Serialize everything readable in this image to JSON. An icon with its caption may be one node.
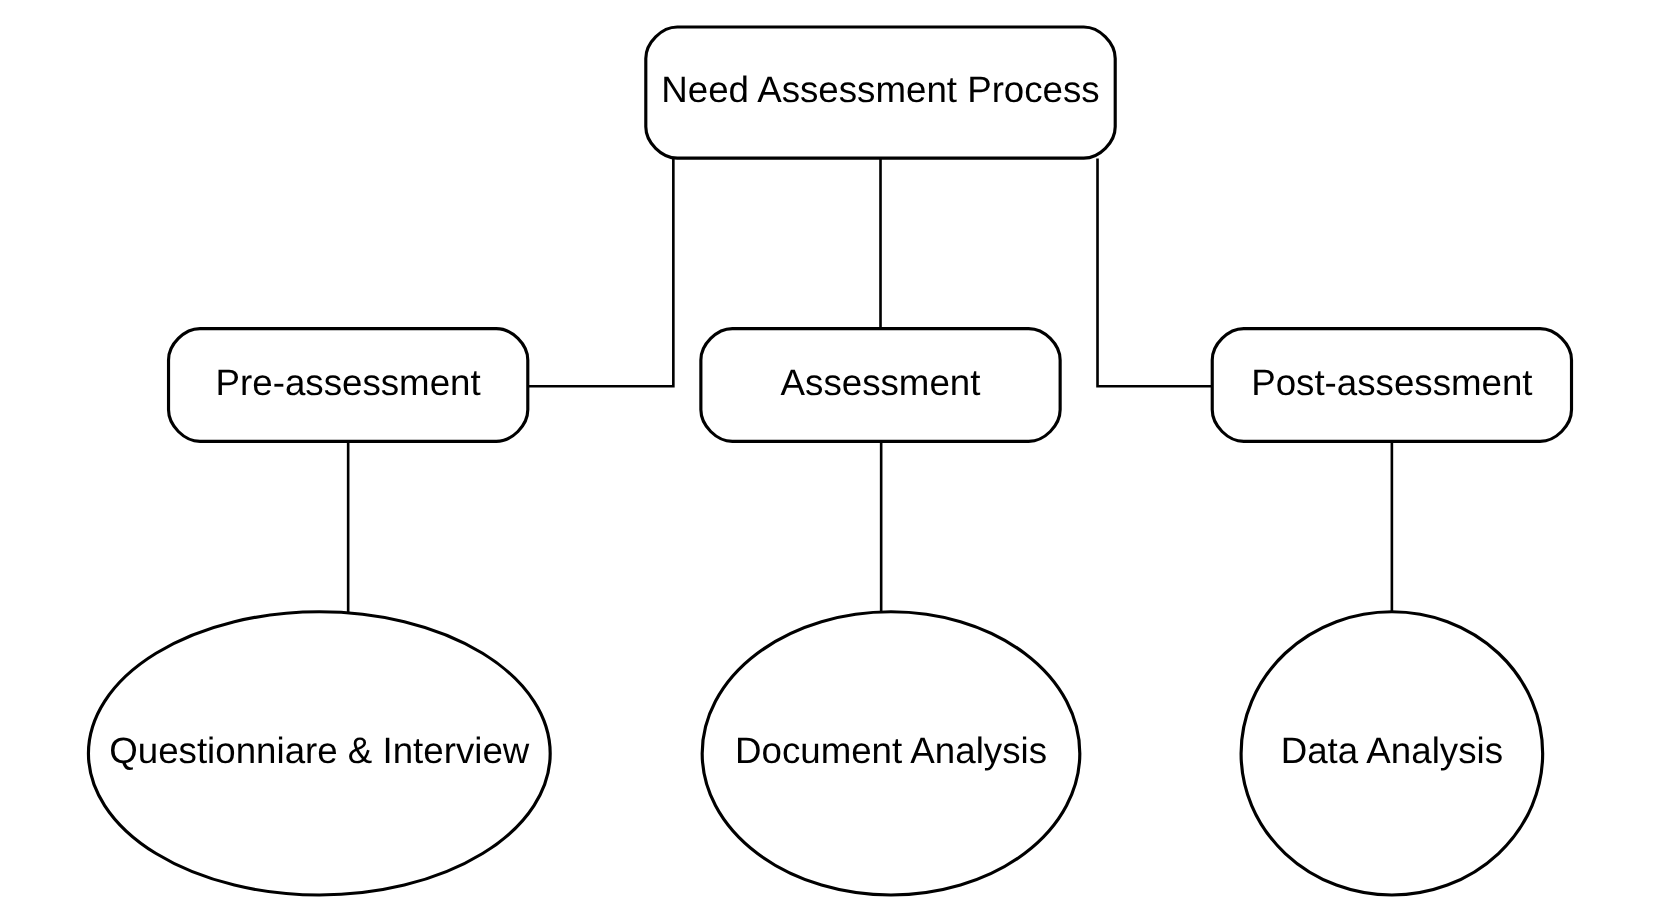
{
  "diagram": {
    "nodes": [
      {
        "text": [
          "Need Assessment Process"
        ]
      },
      {
        "text": [
          "Pre-assessment"
        ]
      },
      {
        "text": [
          "Assessment"
        ]
      },
      {
        "text": [
          "Post-assessment"
        ]
      },
      {
        "text": [
          "Questionniare & Interview"
        ]
      },
      {
        "text": [
          "Document Analysis"
        ]
      },
      {
        "text": [
          "Data Analysis"
        ]
      }
    ],
    "edges": [
      {
        "from": 0,
        "to": 1,
        "arrow": "none"
      },
      {
        "from": 0,
        "to": 2,
        "arrow": "none"
      },
      {
        "from": 0,
        "to": 3,
        "arrow": "none"
      },
      {
        "from": 1,
        "to": 4,
        "arrow": "none"
      },
      {
        "from": 2,
        "to": 5,
        "arrow": "none"
      },
      {
        "from": 3,
        "to": 6,
        "arrow": "none"
      }
    ]
  }
}
